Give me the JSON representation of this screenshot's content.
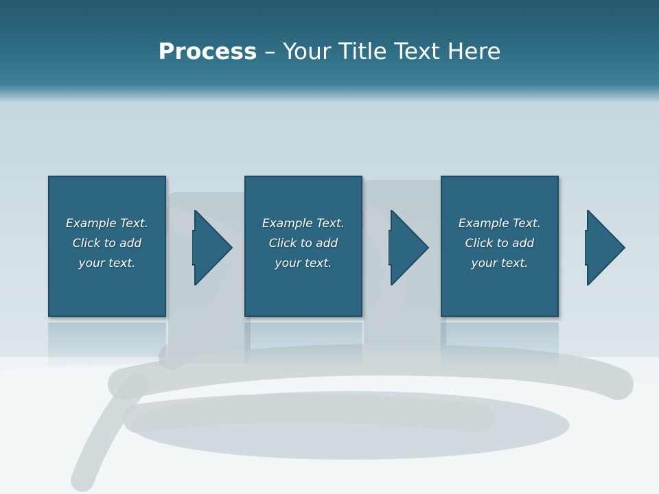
{
  "slide": {
    "title_bold": "Process",
    "title_rest": " – Your Title Text Here",
    "colors": {
      "header": "#2d6b82",
      "box_fill": "#2d6680",
      "box_border": "#1d4a5e",
      "text": "#ffffff"
    }
  },
  "steps": [
    {
      "line1": "Example Text.",
      "line2": "Click  to add",
      "line3": "your text."
    },
    {
      "line1": "Example Text.",
      "line2": "Click  to add",
      "line3": "your text."
    },
    {
      "line1": "Example Text.",
      "line2": "Click  to add",
      "line3": "your text."
    }
  ]
}
